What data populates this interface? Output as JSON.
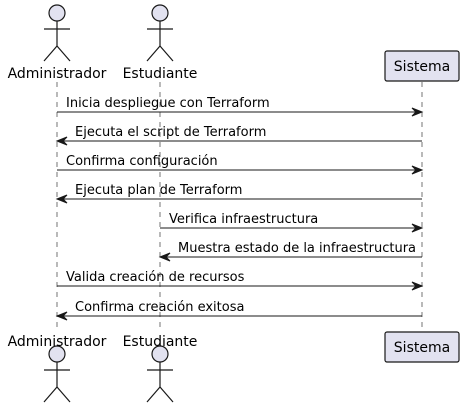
{
  "diagram": {
    "type": "sequence",
    "participants": [
      {
        "id": "admin",
        "name": "Administrador",
        "kind": "actor"
      },
      {
        "id": "est",
        "name": "Estudiante",
        "kind": "actor"
      },
      {
        "id": "sis",
        "name": "Sistema",
        "kind": "participant"
      }
    ],
    "messages": [
      {
        "from": "admin",
        "to": "sis",
        "text": "Inicia despliegue con Terraform"
      },
      {
        "from": "sis",
        "to": "admin",
        "text": "Ejecuta el script de Terraform"
      },
      {
        "from": "admin",
        "to": "sis",
        "text": "Confirma configuración"
      },
      {
        "from": "sis",
        "to": "admin",
        "text": "Ejecuta plan de Terraform"
      },
      {
        "from": "est",
        "to": "sis",
        "text": "Verifica infraestructura"
      },
      {
        "from": "sis",
        "to": "est",
        "text": "Muestra estado de la infraestructura"
      },
      {
        "from": "admin",
        "to": "sis",
        "text": "Valida creación de recursos"
      },
      {
        "from": "sis",
        "to": "admin",
        "text": "Confirma creación exitosa"
      }
    ],
    "colors": {
      "participant_fill": "#E2E2F0",
      "participant_stroke": "#181818",
      "lifeline": "#181818",
      "arrow": "#181818"
    }
  }
}
